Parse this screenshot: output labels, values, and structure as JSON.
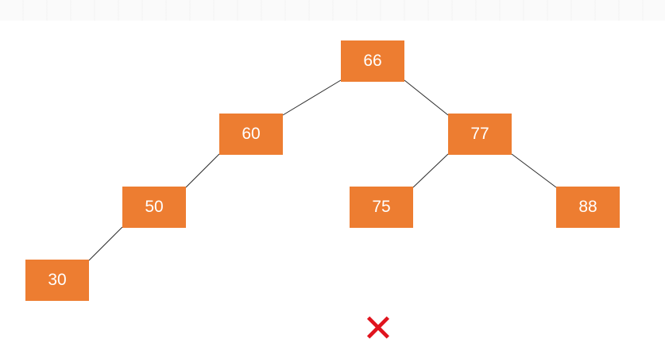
{
  "tree": {
    "node_color": "#ED7D31",
    "text_color": "#FFFFFF",
    "edge_color": "#2B2B2B",
    "nodes": [
      {
        "id": "n66",
        "label": "66"
      },
      {
        "id": "n60",
        "label": "60"
      },
      {
        "id": "n77",
        "label": "77"
      },
      {
        "id": "n50",
        "label": "50"
      },
      {
        "id": "n75",
        "label": "75"
      },
      {
        "id": "n88",
        "label": "88"
      },
      {
        "id": "n30",
        "label": "30"
      }
    ],
    "edges": [
      {
        "from": "66",
        "to": "60"
      },
      {
        "from": "66",
        "to": "77"
      },
      {
        "from": "60",
        "to": "50"
      },
      {
        "from": "77",
        "to": "75"
      },
      {
        "from": "77",
        "to": "88"
      },
      {
        "from": "50",
        "to": "30"
      }
    ]
  },
  "verdict": {
    "icon": "red-cross-icon",
    "symbol": "✕",
    "color": "#E0141E"
  }
}
